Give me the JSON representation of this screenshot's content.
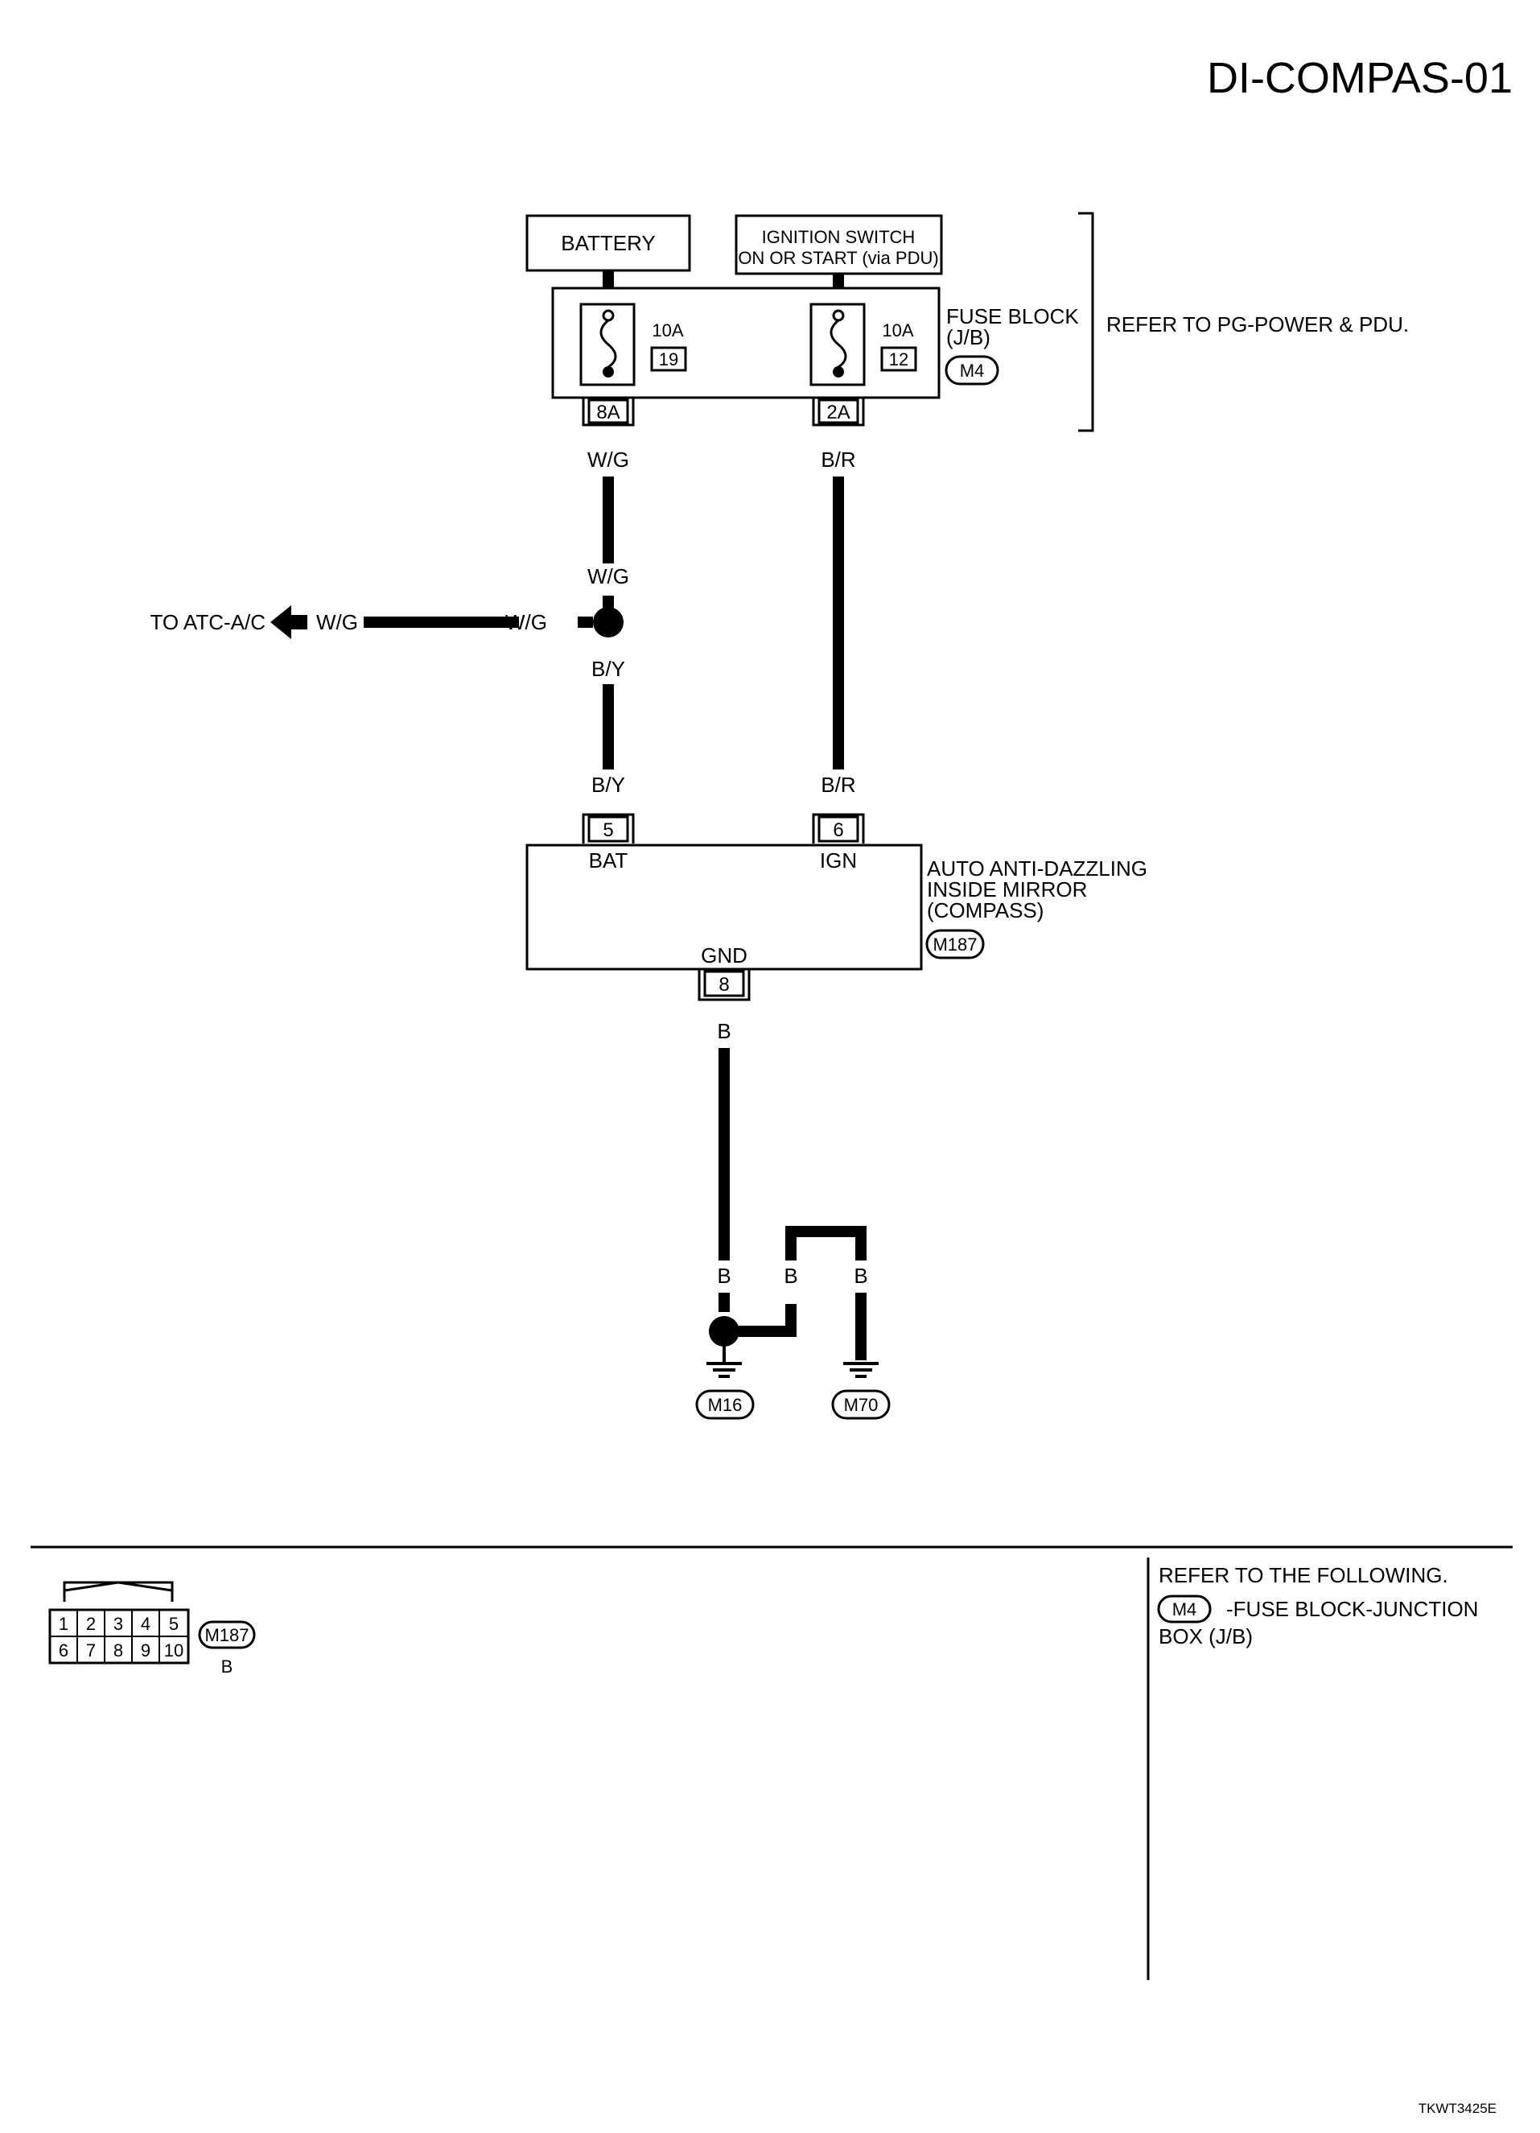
{
  "title": "DI-COMPAS-01",
  "power": {
    "battery": "BATTERY",
    "ignition_line1": "IGNITION SWITCH",
    "ignition_line2": "ON OR START (via PDU)"
  },
  "fuse_block": {
    "label_line1": "FUSE BLOCK",
    "label_line2": "(J/B)",
    "connector": "M4",
    "reference": "REFER TO PG-POWER & PDU.",
    "fuses": [
      {
        "rating": "10A",
        "number": "19"
      },
      {
        "rating": "10A",
        "number": "12"
      }
    ]
  },
  "terminals": {
    "t8a": "8A",
    "t2a": "2A"
  },
  "wires": {
    "wg": "W/G",
    "br": "B/R",
    "by": "B/Y",
    "b": "B"
  },
  "branch": {
    "to": "TO ATC-A/C"
  },
  "mirror": {
    "label_line1": "AUTO ANTI-DAZZLING",
    "label_line2": "INSIDE MIRROR",
    "label_line3": "(COMPASS)",
    "connector": "M187",
    "pins": [
      {
        "number": "5",
        "function": "BAT"
      },
      {
        "number": "6",
        "function": "IGN"
      },
      {
        "number": "8",
        "function": "GND"
      }
    ]
  },
  "grounds": [
    "M16",
    "M70"
  ],
  "connector_face": {
    "id": "M187",
    "color": "B",
    "pins": [
      "1",
      "2",
      "3",
      "4",
      "5",
      "6",
      "7",
      "8",
      "9",
      "10"
    ]
  },
  "references": {
    "heading": "REFER TO THE FOLLOWING.",
    "items": [
      {
        "connector": "M4",
        "desc_line1": "-FUSE BLOCK-JUNCTION",
        "desc_line2": "BOX (J/B)"
      }
    ]
  },
  "figure_code": "TKWT3425E"
}
